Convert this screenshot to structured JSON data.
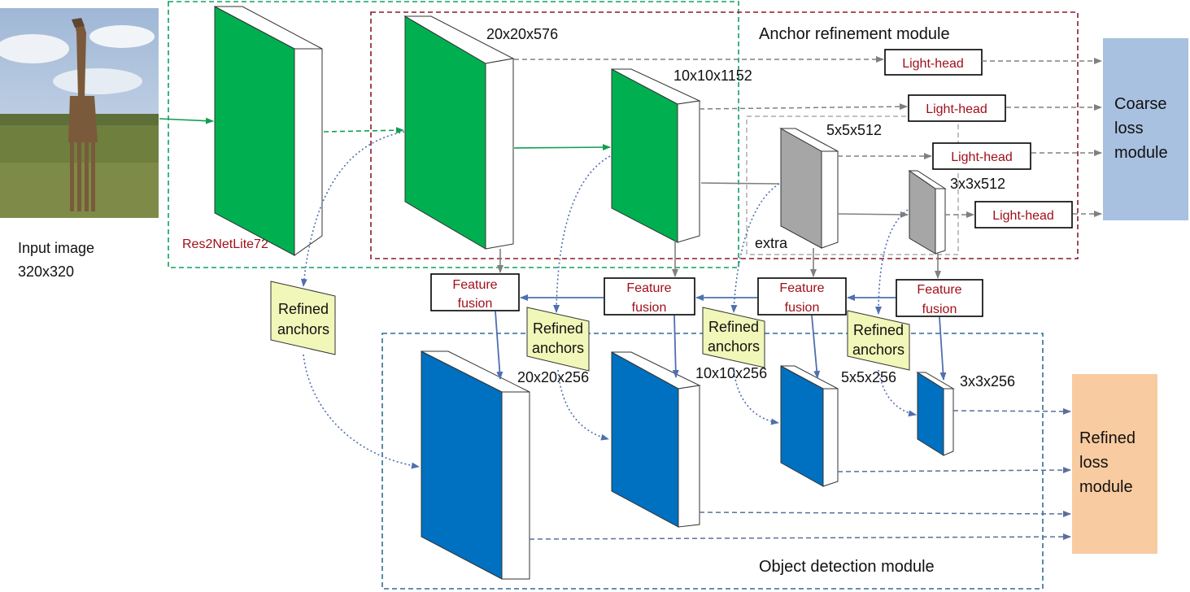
{
  "colors": {
    "backbone_green": "#00b050",
    "detection_blue": "#0070c0",
    "extra_gray": "#a6a6a6",
    "backbone_border": "#00a060",
    "anchor_border": "#8b1a2b",
    "detection_border": "#2f6f8f",
    "coarse_loss_fill": "#a9c1e0",
    "refined_loss_fill": "#f9cba0",
    "refined_anchor_fill": "#f0f7b8",
    "head_text": "#a0101a"
  },
  "input": {
    "icon": "giraffe-photo",
    "label_line1": "Input image",
    "label_line2": "320x320"
  },
  "backbone": {
    "label": "Res2NetLite72"
  },
  "anchor_module": {
    "label": "Anchor  refinement module"
  },
  "detection_module": {
    "label": "Object detection module"
  },
  "extra": {
    "label": "extra"
  },
  "dims": {
    "d20x20x576": "20x20x576",
    "d10x10x1152": "10x10x1152",
    "d5x5x512": "5x5x512",
    "d3x3x512": "3x3x512",
    "d20x20x256": "20x20x256",
    "d10x10x256": "10x10x256",
    "d5x5x256": "5x5x256",
    "d3x3x256": "3x3x256"
  },
  "light_heads": [
    "Light-head",
    "Light-head",
    "Light-head",
    "Light-head"
  ],
  "feature_fusion": [
    {
      "line1": "Feature",
      "line2": "fusion"
    },
    {
      "line1": "Feature",
      "line2": "fusion"
    },
    {
      "line1": "Feature",
      "line2": "fusion"
    },
    {
      "line1": "Feature",
      "line2": "fusion"
    }
  ],
  "refined_anchors": [
    {
      "line1": "Refined",
      "line2": "anchors"
    },
    {
      "line1": "Refined",
      "line2": "anchors"
    },
    {
      "line1": "Refined",
      "line2": "anchors"
    },
    {
      "line1": "Refined",
      "line2": "anchors"
    }
  ],
  "coarse_loss": {
    "line1": "Coarse",
    "line2": "loss",
    "line3": "module"
  },
  "refined_loss": {
    "line1": "Refined",
    "line2": "loss",
    "line3": "module"
  }
}
